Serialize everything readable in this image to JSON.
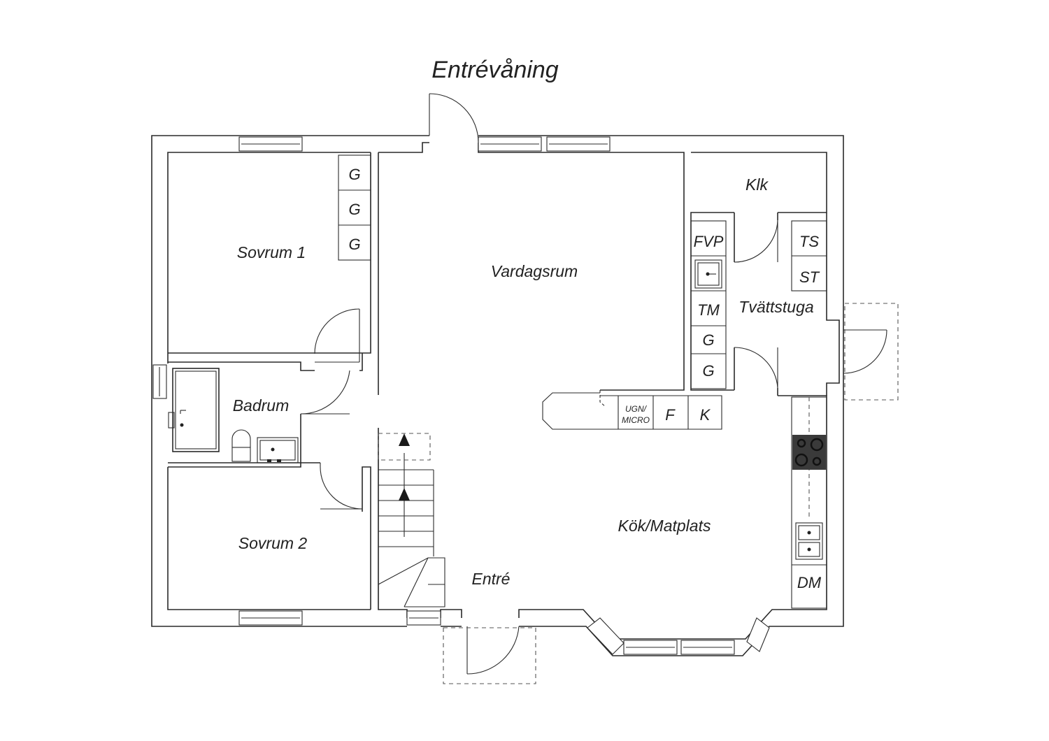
{
  "title": "Entrévåning",
  "rooms": {
    "sovrum1": "Sovrum 1",
    "sovrum2": "Sovrum 2",
    "badrum": "Badrum",
    "vardagsrum": "Vardagsrum",
    "klk": "Klk",
    "tvattstuga": "Tvättstuga",
    "kok": "Kök/Matplats",
    "entre": "Entré"
  },
  "fixtures": {
    "g": "G",
    "fvp": "FVP",
    "tm": "TM",
    "ts": "TS",
    "st": "ST",
    "ugn_line1": "UGN/",
    "ugn_line2": "MICRO",
    "f": "F",
    "k": "K",
    "dm": "DM"
  }
}
